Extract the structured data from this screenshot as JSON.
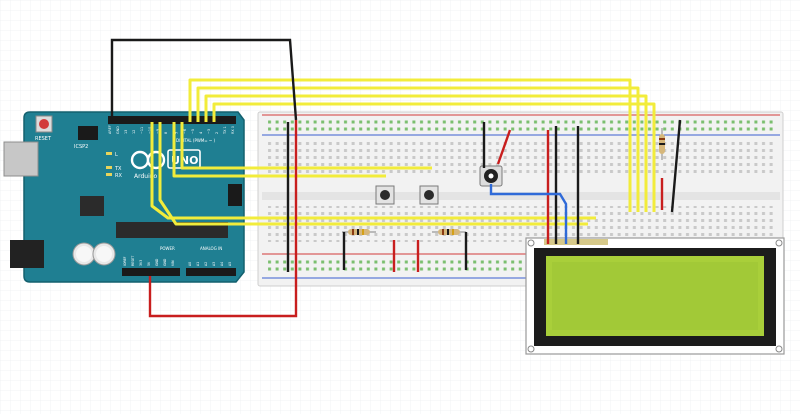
{
  "canvas": {
    "background": "#ffffff",
    "grid_color": "#eaecef"
  },
  "arduino": {
    "board_color": "#1f7f92",
    "brand": "Arduino",
    "logo_text": "UNO",
    "reset_label": "RESET",
    "icsp_label": "ICSP2",
    "led_labels": [
      "L",
      "TX",
      "RX"
    ],
    "header_labels": [
      "AREF",
      "GND",
      "13",
      "12",
      "~11",
      "~10",
      "~9",
      "8",
      "7",
      "~6",
      "~5",
      "4",
      "~3",
      "2",
      "TX 1",
      "RX 0"
    ],
    "digital_label": "DIGITAL (PWM= ~ )",
    "power_label": "POWER",
    "analog_label": "ANALOG IN",
    "power_pins": [
      "IOREF",
      "RESET",
      "3V3",
      "5V",
      "GND",
      "GND",
      "VIN"
    ],
    "analog_pins": [
      "A0",
      "A1",
      "A2",
      "A3",
      "A4",
      "A5"
    ]
  },
  "breadboard": {
    "body_color": "#f1f1f1",
    "red_rail": "#d23b3b",
    "blue_rail": "#3a5fd0"
  },
  "components": {
    "pushbuttons": 2,
    "resistors": 3,
    "potentiometer": 1,
    "lcd": {
      "type": "16x2",
      "board_color": "#2e8b57",
      "screen_color": "#a9cf3a",
      "pins": 16
    }
  },
  "wire_colors": {
    "signal": "#f2ec3b",
    "ground": "#1a1a1a",
    "power": "#c81e1e",
    "contrast": "#2f6ad8"
  }
}
